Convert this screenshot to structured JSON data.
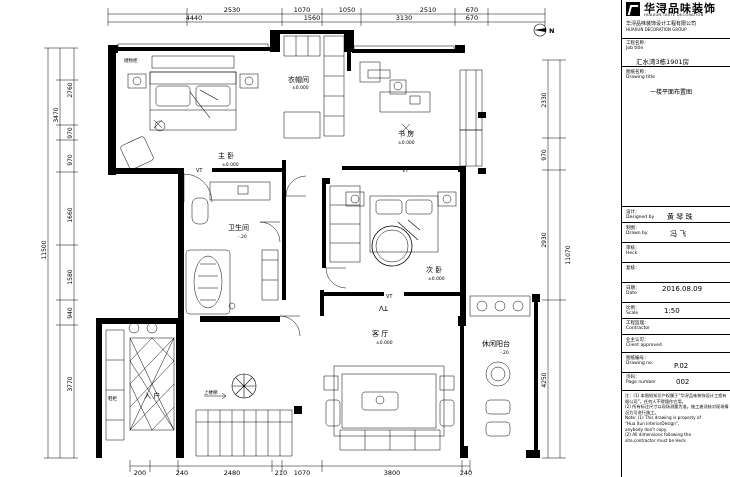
{
  "dimensions_top": [
    "4440",
    "2530",
    "1070",
    "1560",
    "1050",
    "3130",
    "2510",
    "670",
    "670"
  ],
  "dimensions_bottom": [
    "200",
    "240",
    "2480",
    "210",
    "1070",
    "3800",
    "240"
  ],
  "dimensions_left": [
    "3470",
    "2760",
    "970",
    "970",
    "1660",
    "11500",
    "1580",
    "940",
    "3770"
  ],
  "dimensions_right": [
    "2330",
    "970",
    "2930",
    "11070",
    "4250"
  ],
  "north_label": "N",
  "rooms": {
    "master": {
      "name": "主 卧",
      "level": "±0.000"
    },
    "closet": {
      "name": "衣帽间",
      "level": "±0.000"
    },
    "study": {
      "name": "书 房",
      "level": "±0.000"
    },
    "bath": {
      "name": "卫生间",
      "level": "-.20"
    },
    "second": {
      "name": "次 卧",
      "level": "±0.000"
    },
    "living": {
      "name": "客 厅",
      "level": "±0.000"
    },
    "balcony": {
      "name": "休闲阳台",
      "level": "-.20"
    },
    "entry": {
      "name": "入 户",
      "level": ""
    }
  },
  "tags": {
    "vt": "VT",
    "tv": "TV",
    "upper_stair": "上楼梯",
    "shoe": "鞋柜",
    "cabinet": "储物柜"
  },
  "panel": {
    "company_cn": "华浔品味装饰",
    "company_en": "HUAXUN TASTE DECORATION",
    "company_full": "华浔品味装饰设计工程有限公司",
    "company_group": "HUAXUN DECORATION GROUP",
    "job_title_label": "工程名称：\nJob title",
    "job_title_value": "汇水湾3栋1901房",
    "drawing_title_label": "图纸名称：\nDrawing title",
    "drawing_title_value": "一楼平面布置图",
    "designed_label": "设计：\nDesigned by",
    "designed_value": "黄 琴 珠",
    "drawn_label": "制图：\nDrawn by",
    "drawn_value": "冯  飞",
    "check_label": "审核：\nHeck",
    "recheck_label": "复核：",
    "date_label": "日期：\nDate",
    "date_value": "2016.08.09",
    "scale_label": "比例：\nScale",
    "scale_value": "1:50",
    "contractor_label": "工程监理：\nContractor",
    "client_label": "业主认可：\nClient approved",
    "drawing_no_label": "图纸编号：\nDrawing no.",
    "drawing_no_value": "P.02",
    "page_no_label": "页码：\nPage number",
    "page_no_value": "002",
    "notes": [
      "注：(1) 本图纸知识产权属于“华浔品味装饰设计工程有限公司”，任何人不得擅作它用。",
      "(2) 所有标注尺寸以现场测量为准。施工者须核对现场情况方可进行施工。",
      "Note: (1) This drawing is property of",
      "\"Hua Xun InteriorDesign\",",
      "anybody don't copy.",
      "(2) All dimensions following the",
      "site,contractor must be Heck"
    ]
  }
}
